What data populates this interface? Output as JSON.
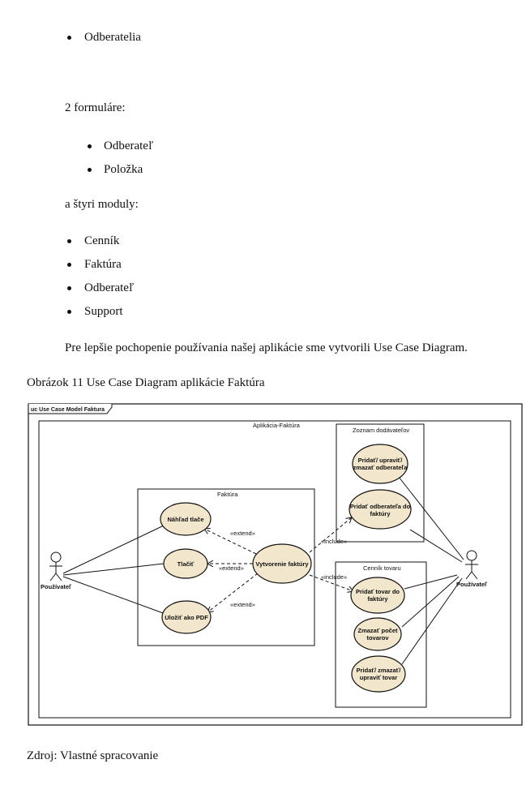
{
  "top_list": [
    "Odberatelia"
  ],
  "forms_intro": "2 formuláre:",
  "forms": [
    "Odberateľ",
    "Položka"
  ],
  "modules_intro": "a štyri moduly:",
  "modules": [
    "Cenník",
    "Faktúra",
    "Odberateľ",
    "Support"
  ],
  "paragraph": "Pre lepšie pochopenie používania našej aplikácie sme vytvorili Use Case Diagram.",
  "figure_caption": "Obrázok 11 Use Case Diagram aplikácie Faktúra",
  "source": "Zdroj: Vlastné spracovanie",
  "diagram": {
    "frame_title": "uc Use Case Model Faktura",
    "system_title": "Aplikácia-Faktúra",
    "faktura_title": "Faktúra",
    "zoznam_title": "Zoznam dodávateľov",
    "cennik_title": "Cenník tovaru",
    "actor_left": "Používateľ",
    "actor_right": "Používateľ",
    "uc_nahlad": "Náhľad tlače",
    "uc_tlacit": "Tlačiť",
    "uc_ulozit": "Uložiť ako PDF",
    "uc_vytvorenie": "Vytvorenie faktúry",
    "uc_upravit_odb_1": "Pridať/ upraviť/",
    "uc_upravit_odb_2": "zmazať odberateľa",
    "uc_pridat_odb_1": "Pridať odberateľa do",
    "uc_pridat_odb_2": "faktúry",
    "uc_pridat_tovar_1": "Pridať tovar do",
    "uc_pridat_tovar_2": "faktúry",
    "uc_zmazat_pocet_1": "Zmazať počet",
    "uc_zmazat_pocet_2": "tovarov",
    "uc_pridat_zmazat_1": "Pridať/ zmazať/",
    "uc_pridat_zmazat_2": "upraviť tovar",
    "extend": "«extend»",
    "include": "«include»"
  }
}
